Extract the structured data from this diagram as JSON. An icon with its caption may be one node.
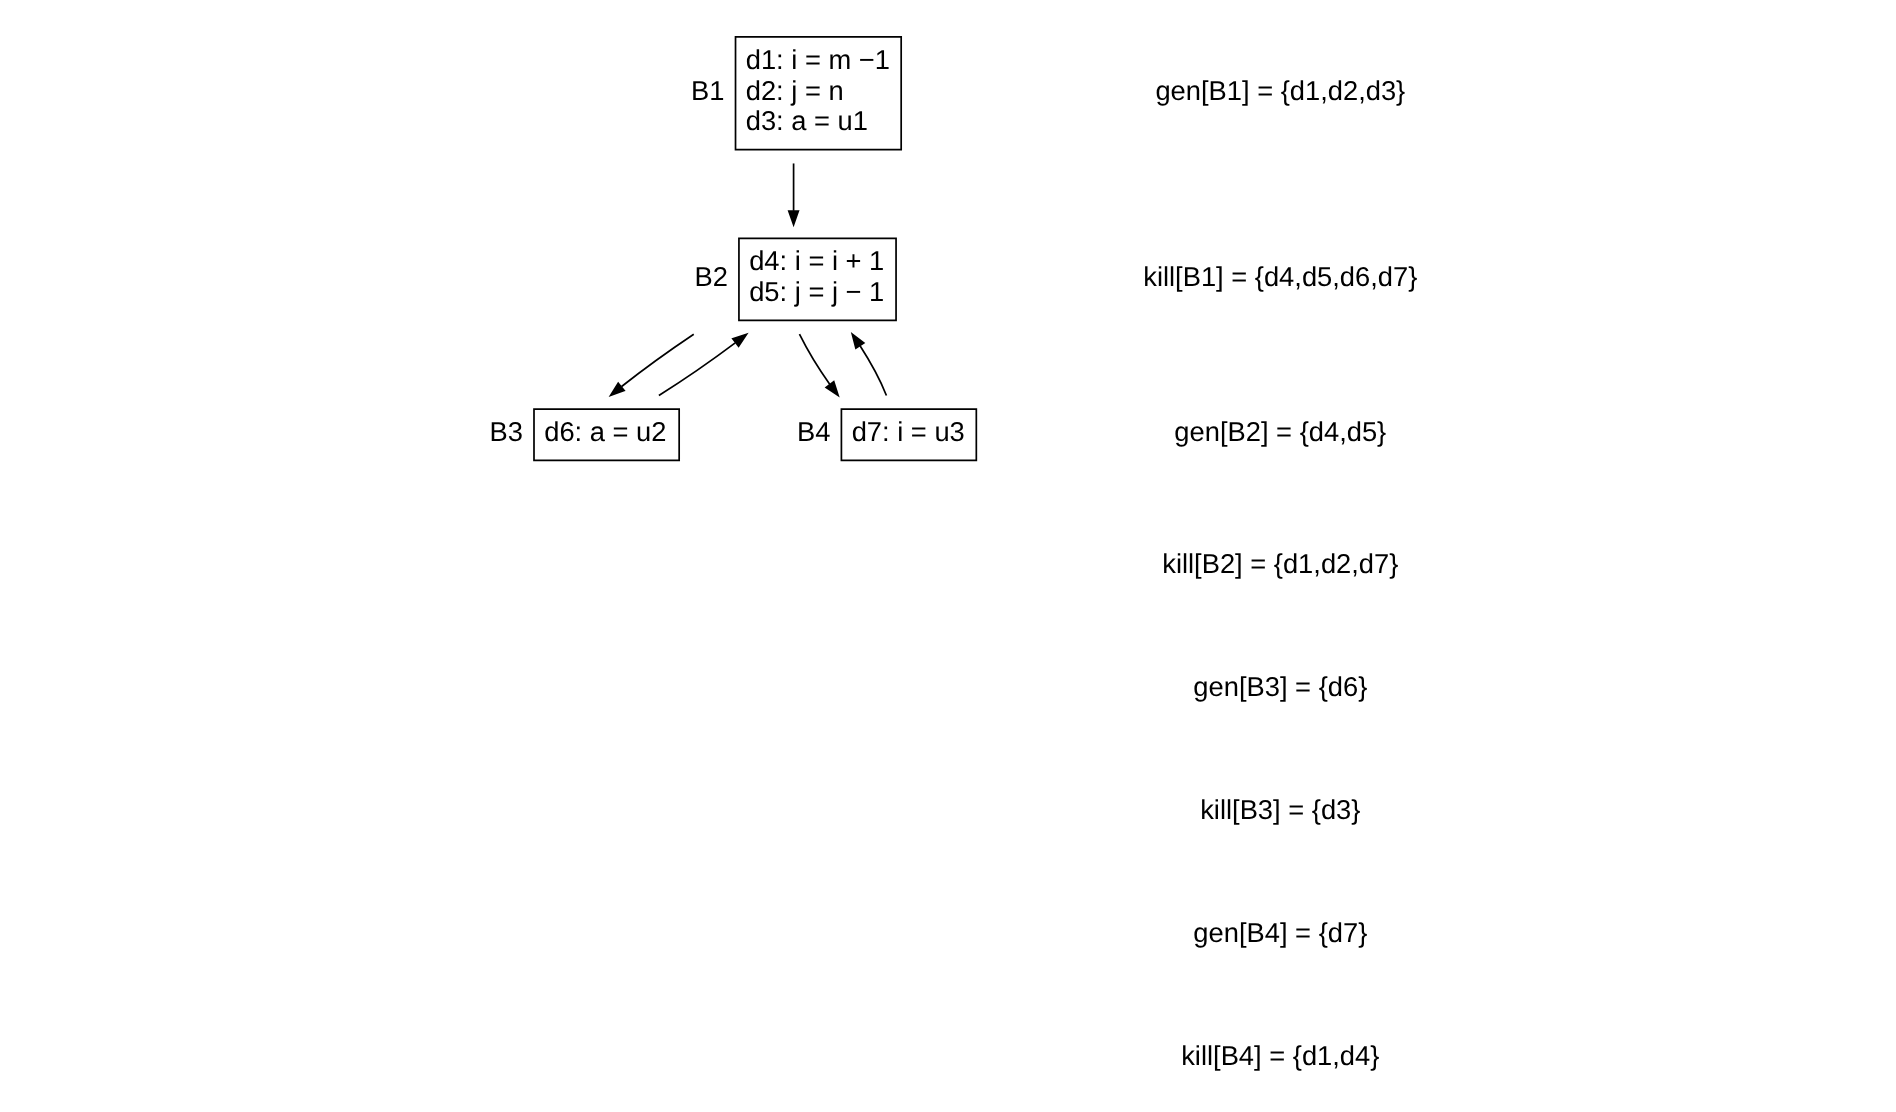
{
  "diagram": {
    "nodes": [
      {
        "text": [
          "d1: i = m −1",
          "d2: j = n",
          "d3: a = u1"
        ],
        "beside": [
          "B1"
        ]
      },
      {
        "text": [
          "d4: i = i + 1",
          "d5: j = j − 1"
        ],
        "beside": [
          "B2"
        ]
      },
      {
        "text": [
          "d6: a = u2"
        ],
        "beside": [
          "B3"
        ]
      },
      {
        "text": [
          "d7: i = u3"
        ],
        "beside": [
          "B4"
        ]
      }
    ],
    "edges": [
      {
        "from": 0,
        "to": 1,
        "arrow": "to"
      },
      {
        "from": 1,
        "to": 2,
        "arrow": "to"
      },
      {
        "from": 1,
        "to": 3,
        "arrow": "to"
      },
      {
        "from": 2,
        "to": 1,
        "arrow": "to"
      },
      {
        "from": 3,
        "to": 1,
        "arrow": "to"
      }
    ],
    "labels": [
      "gen[B1] = {d1,d2,d3}",
      "kill[B1] = {d4,d5,d6,d7}",
      "gen[B2] = {d4,d5}",
      "kill[B2] = {d1,d2,d7}",
      "gen[B3] = {d6}",
      "kill[B3] = {d3}",
      "gen[B4] = {d7}",
      "kill[B4] = {d1,d4}"
    ]
  }
}
